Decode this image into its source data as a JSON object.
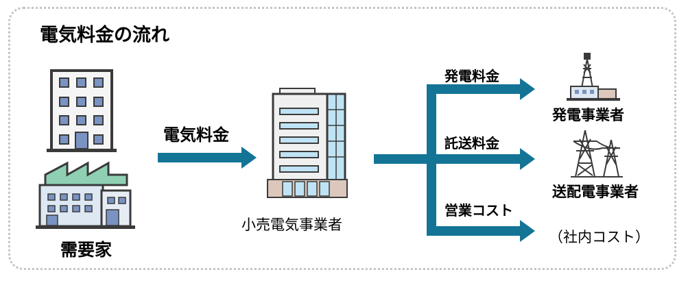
{
  "title": "電気料金の流れ",
  "main_flow": {
    "label": "電気料金"
  },
  "nodes": {
    "consumer": "需要家",
    "retailer": "小売電気事業者"
  },
  "branches": [
    {
      "label": "発電料金",
      "destination": "発電事業者"
    },
    {
      "label": "託送料金",
      "destination": "送配電事業者"
    },
    {
      "label": "営業コスト",
      "destination": "（社内コスト）"
    }
  ],
  "colors": {
    "arrow": "#137496",
    "frame": "#c4c4c4",
    "building_frame": "#3a3a3a",
    "window": "#7a93c2",
    "glass": "#bfe3f4"
  },
  "icons": {
    "office": "office-building-icon",
    "factory": "factory-icon",
    "tower": "office-tower-icon",
    "plant": "power-plant-icon",
    "pylon": "transmission-tower-icon"
  }
}
